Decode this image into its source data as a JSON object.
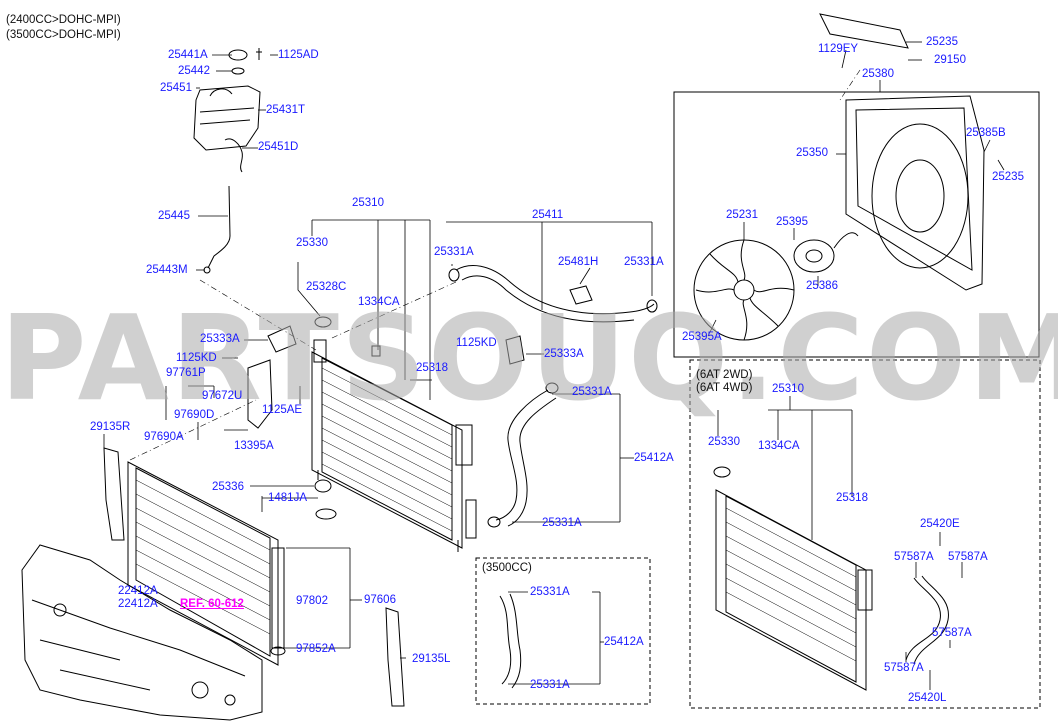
{
  "headers": {
    "engine_1": "(2400CC>DOHC-MPI)",
    "engine_2": "(3500CC>DOHC-MPI)",
    "box_3500": "(3500CC)",
    "box_6at_1": "(6AT 2WD)",
    "box_6at_2": "(6AT 4WD)"
  },
  "reference_link": "REF. 60-612",
  "watermark": "PARTSOUQ.COM",
  "labels": {
    "p25441A": "25441A",
    "p1125AD": "1125AD",
    "p25442": "25442",
    "p25451": "25451",
    "p25431T": "25431T",
    "p25451D": "25451D",
    "p25445": "25445",
    "p25443M": "25443M",
    "p25310": "25310",
    "p25330": "25330",
    "p25328C": "25328C",
    "p1334CA": "1334CA",
    "p25333A_l": "25333A",
    "p1125KD_l": "1125KD",
    "p97761P": "97761P",
    "p97672U": "97672U",
    "p97690D": "97690D",
    "p97690A": "97690A",
    "p1125AE": "1125AE",
    "p13395A": "13395A",
    "p25318": "25318",
    "p25411": "25411",
    "p25331A_t1": "25331A",
    "p25481H": "25481H",
    "p25331A_t2": "25331A",
    "p1125KD_r": "1125KD",
    "p25333A_r": "25333A",
    "p25331A_m1": "25331A",
    "p25412A": "25412A",
    "p25331A_m2": "25331A",
    "p25336": "25336",
    "p1481JA": "1481JA",
    "p29135R": "29135R",
    "p22412A_1": "22412A",
    "p22412A_2": "22412A",
    "p97802": "97802",
    "p97606": "97606",
    "p97852A": "97852A",
    "p29135L": "29135L",
    "p25331A_b1": "25331A",
    "p25412A_b": "25412A",
    "p25331A_b2": "25331A",
    "p25235_t": "25235",
    "p1129EY": "1129EY",
    "p29150": "29150",
    "p25380": "25380",
    "p25385B": "25385B",
    "p25350": "25350",
    "p25235_r": "25235",
    "p25231": "25231",
    "p25395": "25395",
    "p25386": "25386",
    "p25395A": "25395A",
    "p25310_r": "25310",
    "p25330_r": "25330",
    "p1334CA_r": "1334CA",
    "p25318_r": "25318",
    "p25420E": "25420E",
    "p57587A_1": "57587A",
    "p57587A_2": "57587A",
    "p57587A_3": "57587A",
    "p57587A_4": "57587A",
    "p25420L": "25420L"
  },
  "colors": {
    "label": "#1a1aff",
    "reference": "#ff00ff",
    "line": "#000000",
    "watermark": "#aaaaaa"
  }
}
